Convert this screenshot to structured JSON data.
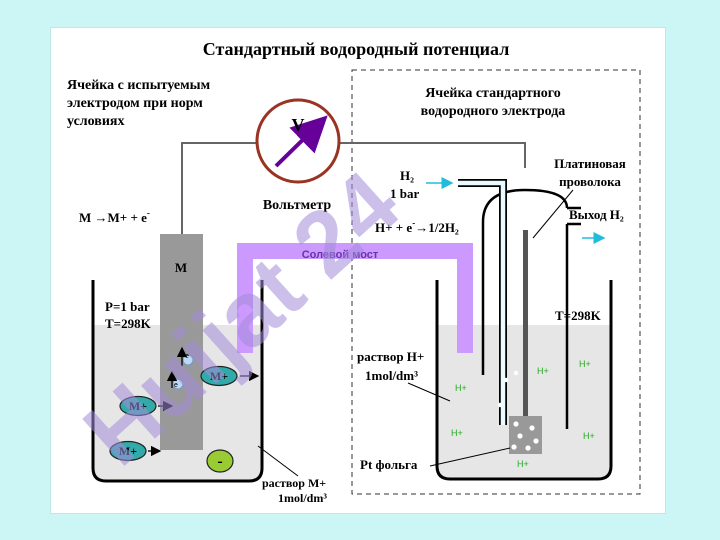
{
  "title": "Стандартный водородный потенциал",
  "watermark": "Huijat 24",
  "left_cell": {
    "heading": [
      "Ячейка с испытуемым",
      "электродом при норм",
      "условиях"
    ],
    "reaction": "M →M+ + e",
    "reaction_sup": "-",
    "electrode_label": "M",
    "conditions": [
      "P=1 bar",
      "T=298K"
    ],
    "solution_label": [
      "раствор M+",
      "1mol/dm³"
    ],
    "ion_label": "M+",
    "electron_label": "e",
    "anion_label": "-"
  },
  "right_cell": {
    "heading": [
      "Ячейка стандартного",
      "водородного электрода"
    ],
    "h2_in": [
      "H₂",
      "1 bar"
    ],
    "reaction": "H+ + e",
    "reaction_sup": "-",
    "reaction_tail": "→1/2H₂",
    "wire_label": [
      "Платиновая",
      "проволока"
    ],
    "h2_out": "Выход H₂",
    "temperature": "T=298K",
    "solution_label": [
      "раствор H+",
      "1mol/dm³"
    ],
    "foil_label": "Pt  фольга",
    "ion_label": "H+"
  },
  "voltmeter": {
    "symbol": "V",
    "label": "Вольтметр"
  },
  "salt_bridge": "Солевой мост",
  "colors": {
    "background": "#ccf5f5",
    "salt_bridge": "#cc99ff",
    "ion_fill": "#33aaaa",
    "anion_fill": "#99cc33",
    "watermark": "#a28bd8",
    "needle": "#660099",
    "voltmeter_ring": "#993322",
    "arrow_cyan": "#22bbdd",
    "h_ion": "#22aa22",
    "solution": "#e6e6e6"
  }
}
